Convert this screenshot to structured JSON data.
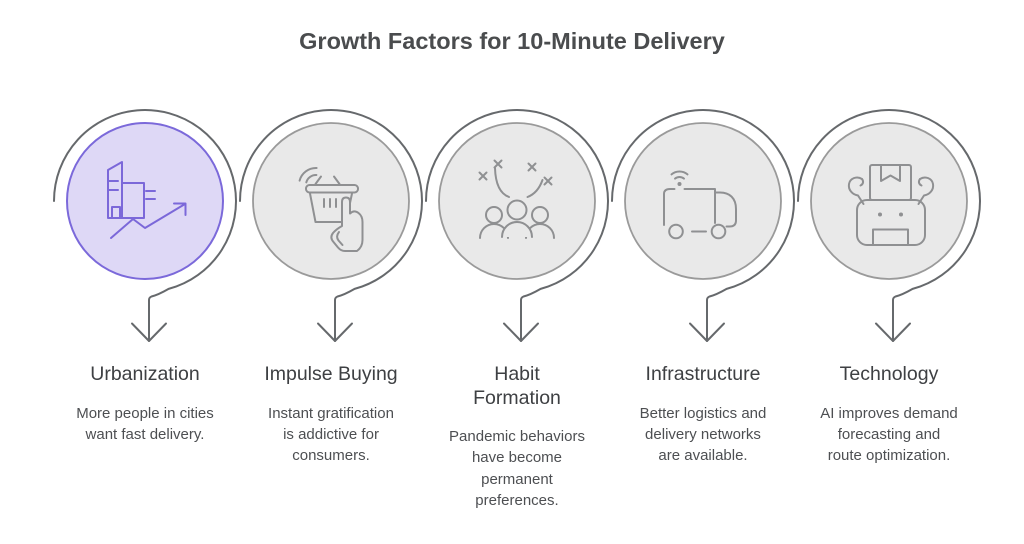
{
  "title": "Growth Factors for 10-Minute Delivery",
  "items": [
    {
      "title": "Urbanization",
      "description": "More people in cities\nwant fast delivery.",
      "icon": "city-growth-icon",
      "highlighted": true
    },
    {
      "title": "Impulse Buying",
      "description": "Instant gratification\nis addictive for\nconsumers.",
      "icon": "basket-tap-icon",
      "highlighted": false
    },
    {
      "title": "Habit\nFormation",
      "description": "Pandemic behaviors\nhave become\npermanent\npreferences.",
      "icon": "people-celebration-icon",
      "highlighted": false
    },
    {
      "title": "Infrastructure",
      "description": "Better logistics and\ndelivery networks\nare available.",
      "icon": "smart-truck-icon",
      "highlighted": false
    },
    {
      "title": "Technology",
      "description": "AI improves demand\nforecasting and\nroute optimization.",
      "icon": "robot-package-icon",
      "highlighted": false
    }
  ],
  "colors": {
    "accent_fill": "#ded8f6",
    "accent_stroke": "#7b69da",
    "accent_icon": "#7b68d9",
    "neutral_fill": "#e9e9e9",
    "neutral_stroke": "#9a9a9a",
    "neutral_icon": "#8f9092",
    "connector": "#66696c",
    "title_text": "#4a4c4e",
    "heading_text": "#3e4043",
    "body_text": "#4d4f52"
  }
}
